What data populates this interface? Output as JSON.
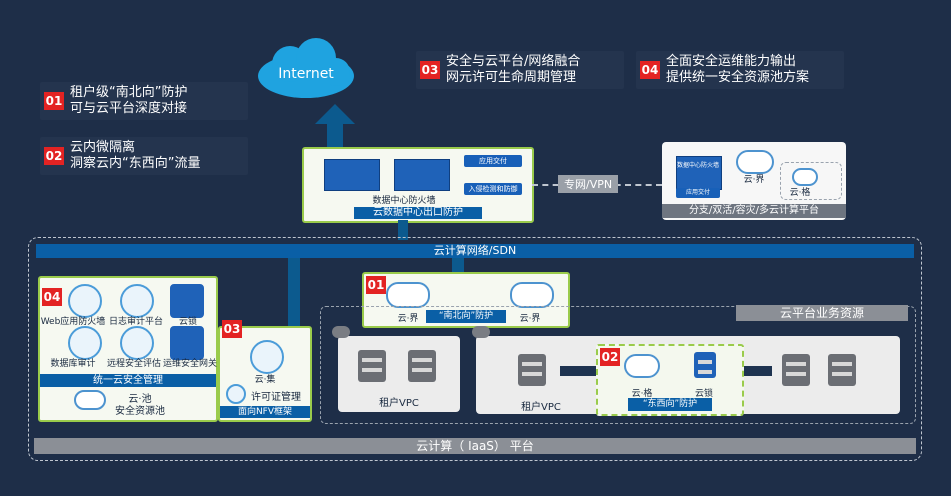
{
  "internet": "Internet",
  "callouts": [
    {
      "num": "01",
      "line1": "租户级“南北向”防护",
      "line2": "可与云平台深度对接"
    },
    {
      "num": "02",
      "line1": "云内微隔离",
      "line2": "洞察云内“东西向”流量"
    },
    {
      "num": "03",
      "line1": "安全与云平台/网络融合",
      "line2": "网元许可生命周期管理"
    },
    {
      "num": "04",
      "line1": "全面安全运维能力输出",
      "line2": "提供统一安全资源池方案"
    }
  ],
  "dc_edge": {
    "firewall": "数据中心防火墙",
    "app_delivery": "应用交付",
    "ips": "入侵检测和防御",
    "label": "云数据中心出口防护"
  },
  "vpn_label": "专网/VPN",
  "branch": {
    "fw": "数据中心防火墙",
    "app": "应用交付",
    "jie": "云·界",
    "ge": "云·格",
    "label": "分支/双活/容灾/多云计算平台"
  },
  "sdn_label": "云计算网络/SDN",
  "pool": {
    "num": "04",
    "items": [
      "Web应用防火墙",
      "日志审计平台",
      "云锁",
      "数据库审计",
      "远程安全评估",
      "运维安全网关"
    ],
    "unified": "统一云安全管理",
    "pool_name": "云·池",
    "pool_sub": "安全资源池"
  },
  "nfv": {
    "num": "03",
    "ji": "云·集",
    "license": "许可证管理",
    "label": "面向NFV框架"
  },
  "north_south": {
    "num": "01",
    "jie_left": "云·界",
    "label": "“南北向”防护",
    "jie_right": "云·界"
  },
  "business_label": "云平台业务资源",
  "vpc1": "租户VPC",
  "vpc2": "租户VPC",
  "east_west": {
    "num": "02",
    "ge": "云·格",
    "suo": "云锁",
    "label": "“东西向”防护"
  },
  "iaas_label": "云计算（ IaaS） 平台"
}
